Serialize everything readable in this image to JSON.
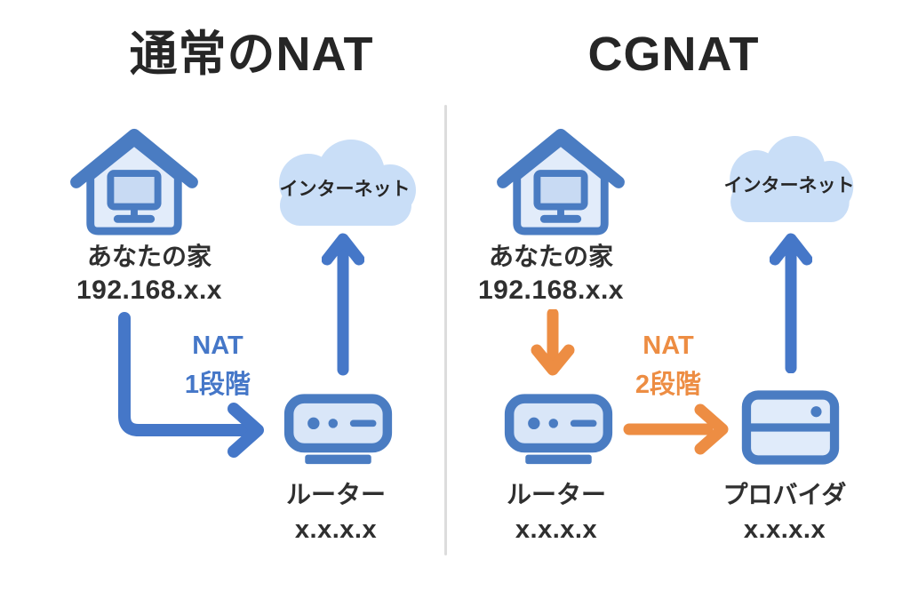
{
  "colors": {
    "stroke_blue": "#4a7cc2",
    "arrow_blue": "#4577c8",
    "arrow_orange": "#ed8d43",
    "cloud_fill": "#c9def7",
    "house_fill": "#e2ecfa",
    "screen_fill": "#c8daf3",
    "router_fill": "#d9e6f8",
    "provider_fill": "#e0ebfa",
    "text_dark": "#2f2f2f",
    "divider_gray": "#dcdcdc",
    "background": "#ffffff"
  },
  "left": {
    "title": "通常のNAT",
    "home_label": "あなたの家",
    "home_ip": "192.168.x.x",
    "internet_label": "インターネット",
    "nat_line1": "NAT",
    "nat_line2": "1段階",
    "router_label": "ルーター",
    "router_ip": "x.x.x.x"
  },
  "right": {
    "title": "CGNAT",
    "home_label": "あなたの家",
    "home_ip": "192.168.x.x",
    "internet_label": "インターネット",
    "nat_line1": "NAT",
    "nat_line2": "2段階",
    "router_label": "ルーター",
    "router_ip": "x.x.x.x",
    "provider_label": "プロバイダ",
    "provider_ip": "x.x.x.x"
  }
}
